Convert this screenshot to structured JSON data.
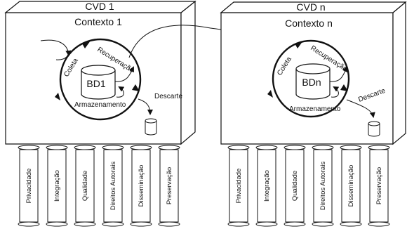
{
  "diagram": {
    "left": {
      "cvd_label": "CVD 1",
      "context_label": "Contexto 1",
      "db_label": "BD1",
      "cycle": {
        "collect": "Coleta",
        "retrieve": "Recuperação",
        "store": "Armazenamento",
        "discard": "Descarte"
      }
    },
    "right": {
      "cvd_label": "CVD n",
      "context_label": "Contexto n",
      "db_label": "BDn",
      "cycle": {
        "collect": "Coleta",
        "retrieve": "Recuperação",
        "store": "Armazenamento",
        "discard": "Descarte"
      }
    },
    "pillars": [
      "Privacidade",
      "Integração",
      "Qualidade",
      "Direitos Autorais",
      "Disseminação",
      "Preservação"
    ]
  }
}
